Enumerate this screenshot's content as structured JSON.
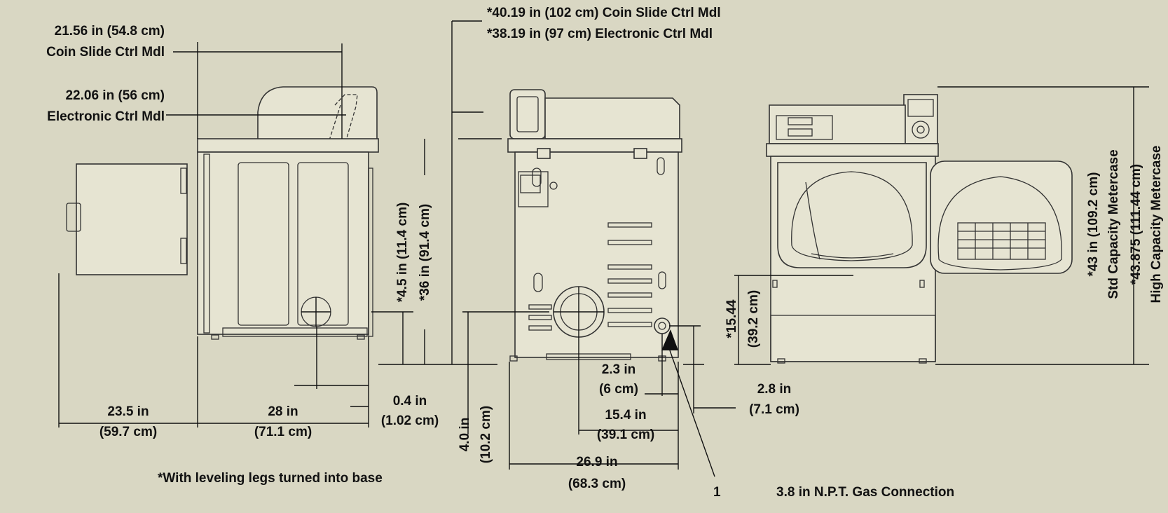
{
  "labels": {
    "coin_width": "21.56 in (54.8 cm)",
    "coin_width_model": "Coin Slide Ctrl Mdl",
    "elec_width": "22.06 in (56 cm)",
    "elec_width_model": "Electronic Ctrl Mdl",
    "coin_height": "*40.19 in (102 cm) Coin Slide Ctrl Mdl",
    "elec_height": "*38.19 in (97 cm) Electronic Ctrl Mdl",
    "vent_height": "*4.5 in (11.4 cm)",
    "top_height": "*36 in (91.4 cm)",
    "door_swing_in": "23.5 in",
    "door_swing_cm": "(59.7 cm)",
    "depth_in": "28 in",
    "depth_cm": "(71.1 cm)",
    "leg_offset_in": "0.4 in",
    "leg_offset_cm": "(1.02 cm)",
    "rear_vent_in": "4.0 in",
    "rear_vent_cm": "(10.2 cm)",
    "gas_side_in": "2.3 in",
    "gas_side_cm": "(6 cm)",
    "vent_center_in": "15.4 in",
    "vent_center_cm": "(39.1 cm)",
    "rear_width_in": "26.9 in",
    "rear_width_cm": "(68.3 cm)",
    "gas_height_in": "2.8 in",
    "gas_height_cm": "(7.1 cm)",
    "front_lint_in": "*15.44",
    "front_lint_cm": "(39.2 cm)",
    "std_height": "*43 in (109.2 cm)",
    "std_model": "Std Capacity Metercase",
    "high_height": "*43.875 (111.44 cm)",
    "high_model": "High Capacity Metercase",
    "footnote": "*With leveling legs turned into base",
    "callout_number": "1",
    "callout_text": "3.8 in N.P.T. Gas Connection"
  },
  "icons": [
    "dryer-side-view",
    "dryer-rear-view",
    "dryer-front-view",
    "gas-connection-arrow"
  ]
}
